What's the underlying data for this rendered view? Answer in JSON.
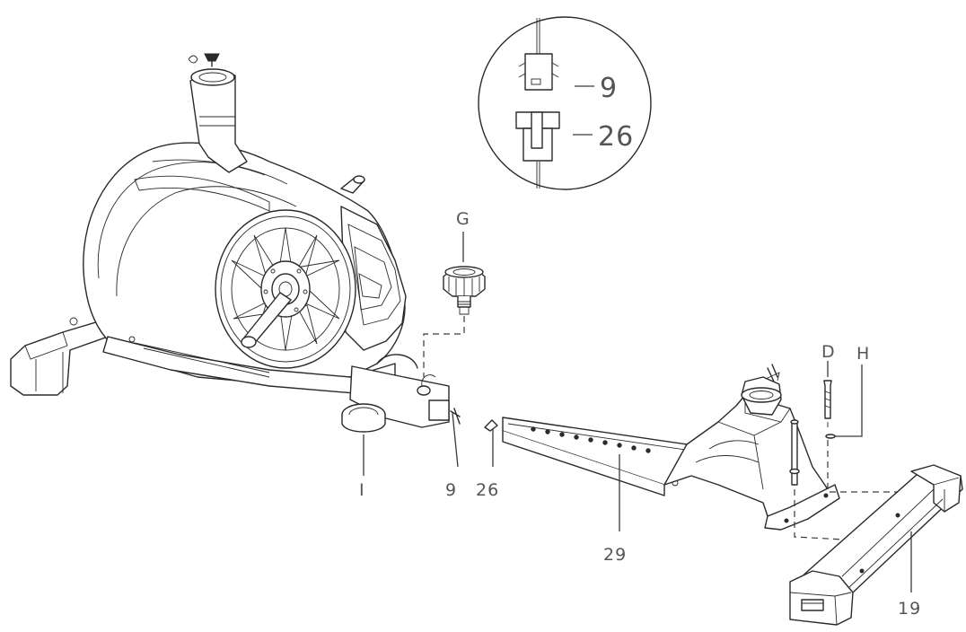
{
  "callouts": {
    "c9_detail": "9",
    "c26_detail": "26",
    "cG": "G",
    "cI": "I",
    "c9": "9",
    "c26": "26",
    "cD": "D",
    "cH": "H",
    "c29": "29",
    "c19": "19"
  }
}
